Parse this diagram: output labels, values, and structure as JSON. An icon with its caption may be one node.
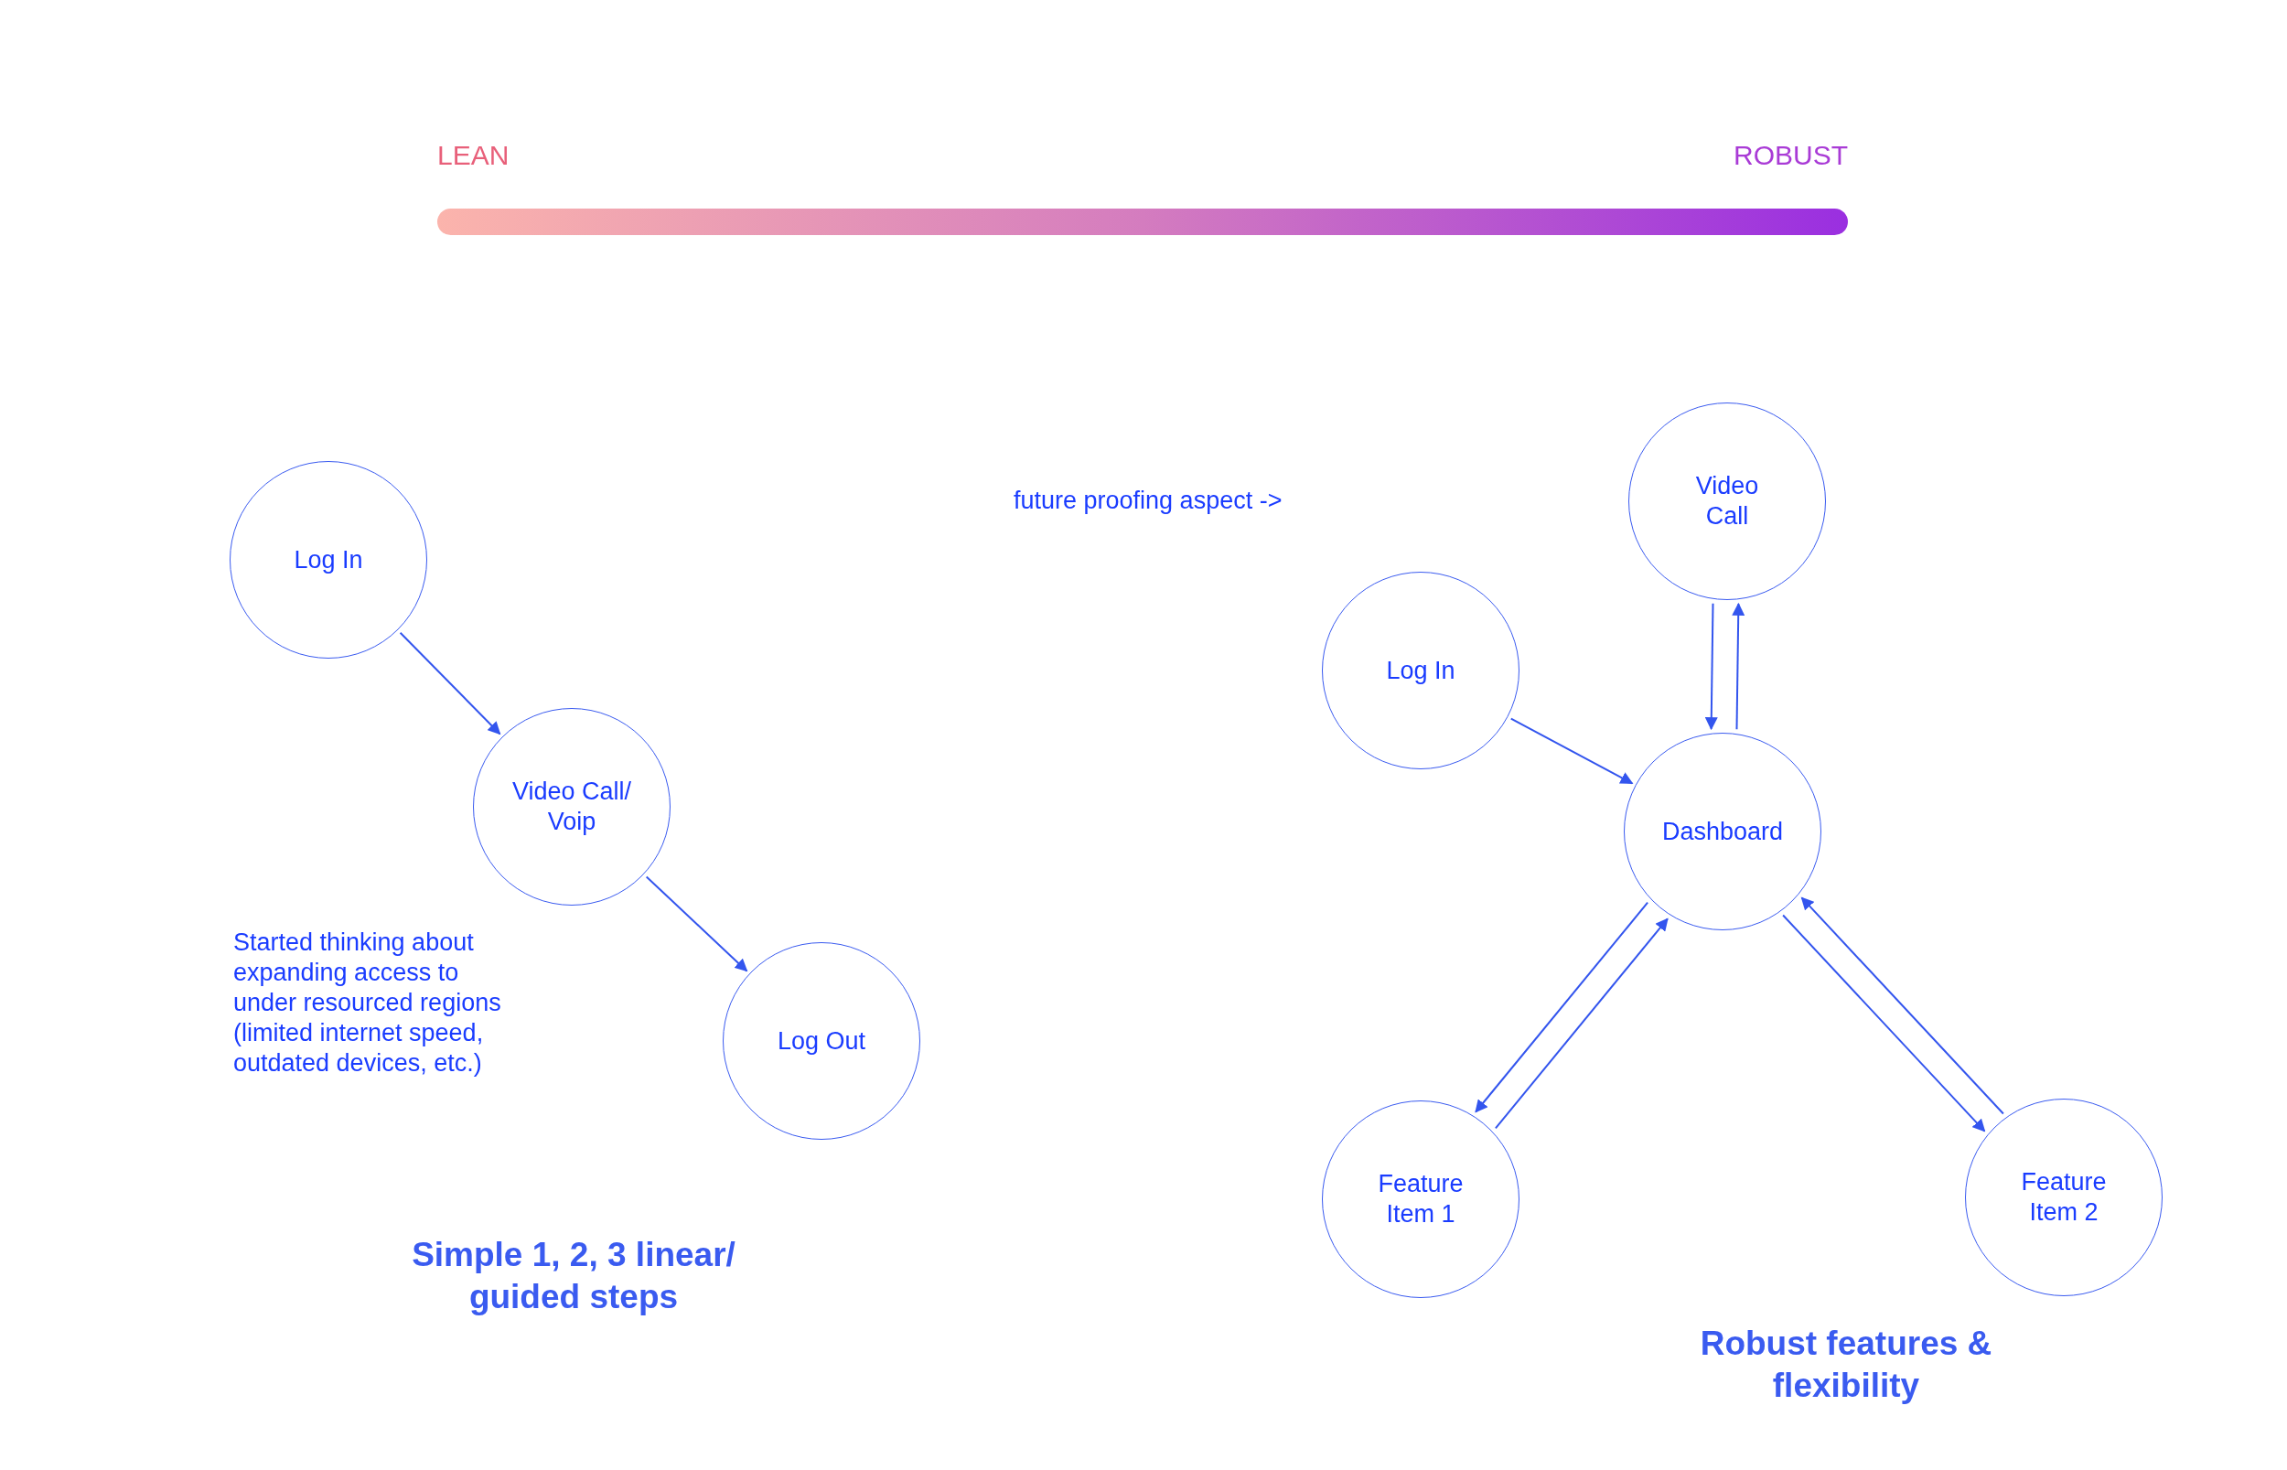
{
  "diagram": {
    "nodes": [
      {
        "text": [
          "Log In"
        ]
      },
      {
        "text": [
          "Video Call/ Voip"
        ]
      },
      {
        "text": [
          "Log Out"
        ]
      },
      {
        "text": [
          "Video Call"
        ]
      },
      {
        "text": [
          "Log In"
        ]
      },
      {
        "text": [
          "Dashboard"
        ]
      },
      {
        "text": [
          "Feature Item 1"
        ]
      },
      {
        "text": [
          "Feature Item 2"
        ]
      },
      {
        "text": [],
        "shape": "bar"
      }
    ],
    "edges": [
      {
        "from": 0,
        "to": 1,
        "arrow": "to"
      },
      {
        "from": 1,
        "to": 2,
        "arrow": "to"
      },
      {
        "from": 4,
        "to": 5,
        "arrow": "to"
      },
      {
        "from": 3,
        "to": 5,
        "arrow": "to"
      },
      {
        "from": 5,
        "to": 3,
        "arrow": "to"
      },
      {
        "from": 5,
        "to": 6,
        "arrow": "to"
      },
      {
        "from": 6,
        "to": 5,
        "arrow": "to"
      },
      {
        "from": 7,
        "to": 5,
        "arrow": "to"
      },
      {
        "from": 5,
        "to": 7,
        "arrow": "to"
      }
    ],
    "labels": [
      "LEAN",
      "ROBUST",
      "future proofing aspect ->",
      "Started thinking about expanding access to under resourced regions (limited internet speed, outdated devices, etc.)",
      "Simple 1, 2, 3 linear/ guided steps",
      "Robust features & flexibility"
    ]
  }
}
